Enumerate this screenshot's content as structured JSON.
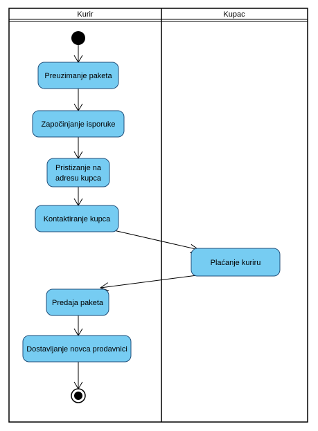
{
  "swimlanes": [
    {
      "id": "kurir",
      "label": "Kurir"
    },
    {
      "id": "kupac",
      "label": "Kupac"
    }
  ],
  "nodes": {
    "start": {
      "type": "initial",
      "lane": "kurir"
    },
    "preuzimanje": {
      "type": "action",
      "lane": "kurir",
      "label": "Preuzimanje paketa"
    },
    "zapocinjanje": {
      "type": "action",
      "lane": "kurir",
      "label": "Započinjanje isporuke"
    },
    "pristizanje": {
      "type": "action",
      "lane": "kurir",
      "label_lines": [
        "Pristizanje na",
        "adresu kupca"
      ]
    },
    "kontaktiranje": {
      "type": "action",
      "lane": "kurir",
      "label": "Kontaktiranje kupca"
    },
    "placanje": {
      "type": "action",
      "lane": "kupac",
      "label": "Plaćanje kuriru"
    },
    "predaja": {
      "type": "action",
      "lane": "kurir",
      "label": "Predaja paketa"
    },
    "dostavljanje": {
      "type": "action",
      "lane": "kurir",
      "label": "Dostavljanje novca prodavnici"
    },
    "end": {
      "type": "final",
      "lane": "kurir"
    }
  },
  "flows": [
    {
      "from": "start",
      "to": "preuzimanje"
    },
    {
      "from": "preuzimanje",
      "to": "zapocinjanje"
    },
    {
      "from": "zapocinjanje",
      "to": "pristizanje"
    },
    {
      "from": "pristizanje",
      "to": "kontaktiranje"
    },
    {
      "from": "kontaktiranje",
      "to": "placanje"
    },
    {
      "from": "placanje",
      "to": "predaja"
    },
    {
      "from": "predaja",
      "to": "dostavljanje"
    },
    {
      "from": "dostavljanje",
      "to": "end"
    }
  ],
  "colors": {
    "action_fill": "#76CCF2",
    "action_stroke": "#1F4E79",
    "line": "#000000",
    "background": "#FFFFFF"
  }
}
